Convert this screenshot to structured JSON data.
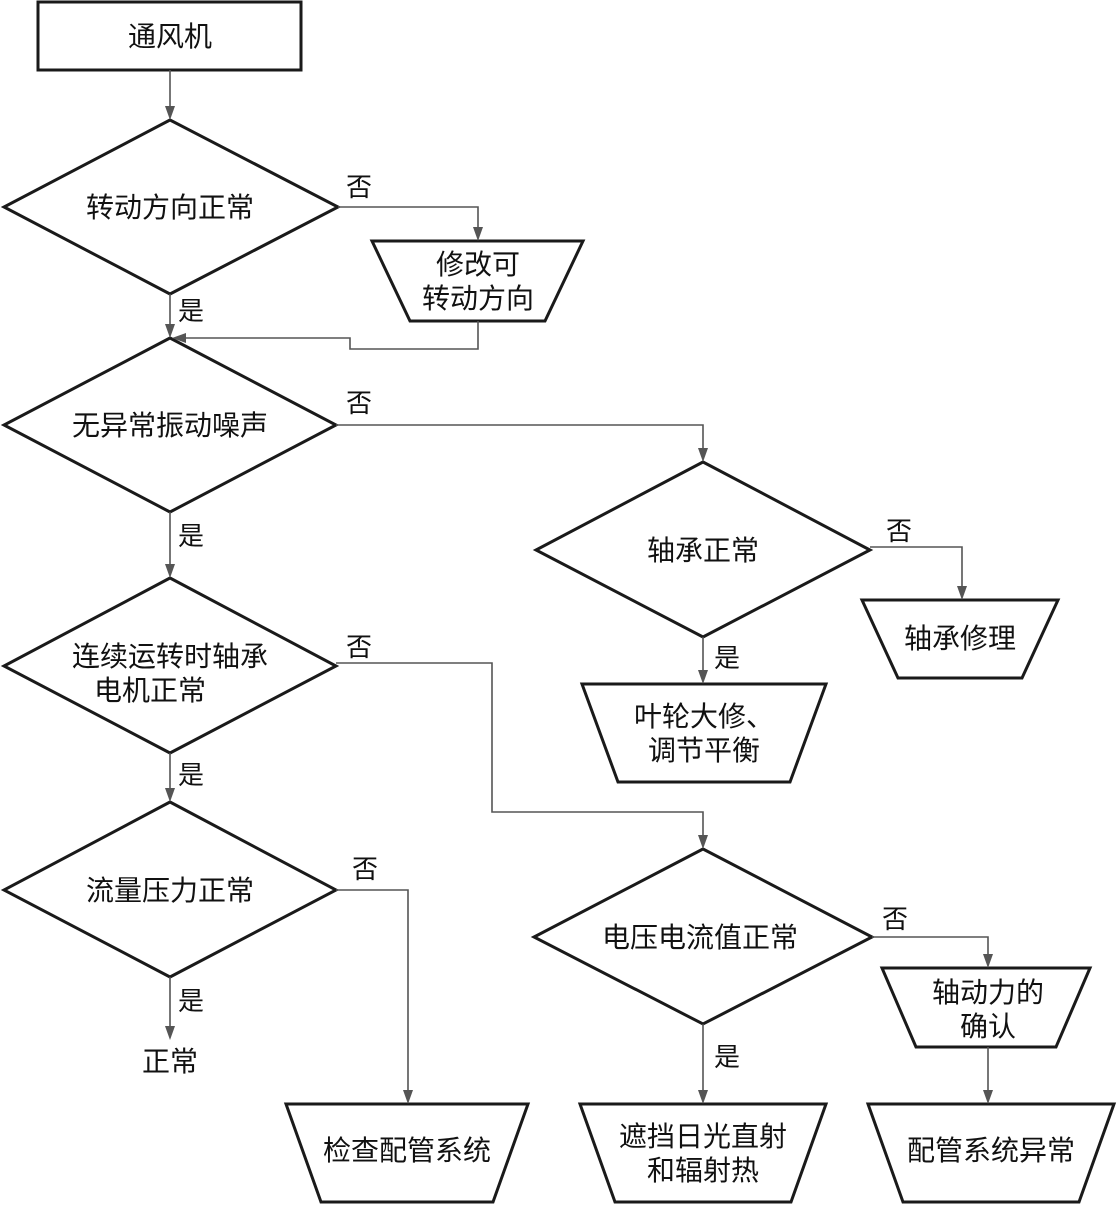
{
  "nodes": {
    "start": {
      "lines": [
        "通风机"
      ]
    },
    "q_direction": {
      "lines": [
        "转动方向正常"
      ]
    },
    "fix_direction": {
      "lines": [
        "修改可",
        "转动方向"
      ]
    },
    "q_vibration": {
      "lines": [
        "无异常振动噪声"
      ]
    },
    "q_bearing": {
      "lines": [
        "轴承正常"
      ]
    },
    "fix_bearing": {
      "lines": [
        "轴承修理"
      ]
    },
    "fix_impeller": {
      "lines": [
        "叶轮大修、",
        "调节平衡"
      ]
    },
    "q_motor": {
      "lines": [
        "连续运转时轴承",
        "电机正常"
      ]
    },
    "q_flow": {
      "lines": [
        "流量压力正常"
      ]
    },
    "result_normal": {
      "lines": [
        "正常"
      ]
    },
    "check_piping": {
      "lines": [
        "检查配管系统"
      ]
    },
    "q_voltage": {
      "lines": [
        "电压电流值正常"
      ]
    },
    "confirm_axial": {
      "lines": [
        "轴动力的",
        "确认"
      ]
    },
    "shade": {
      "lines": [
        "遮挡日光直射",
        "和辐射热"
      ]
    },
    "piping_abnormal": {
      "lines": [
        "配管系统异常"
      ]
    }
  },
  "edge_labels": {
    "no_direction": "否",
    "yes_direction": "是",
    "no_vibration": "否",
    "yes_vibration": "是",
    "no_bearing": "否",
    "yes_bearing": "是",
    "no_motor": "否",
    "yes_motor": "是",
    "no_flow": "否",
    "yes_flow": "是",
    "no_voltage": "否",
    "yes_voltage": "是"
  }
}
